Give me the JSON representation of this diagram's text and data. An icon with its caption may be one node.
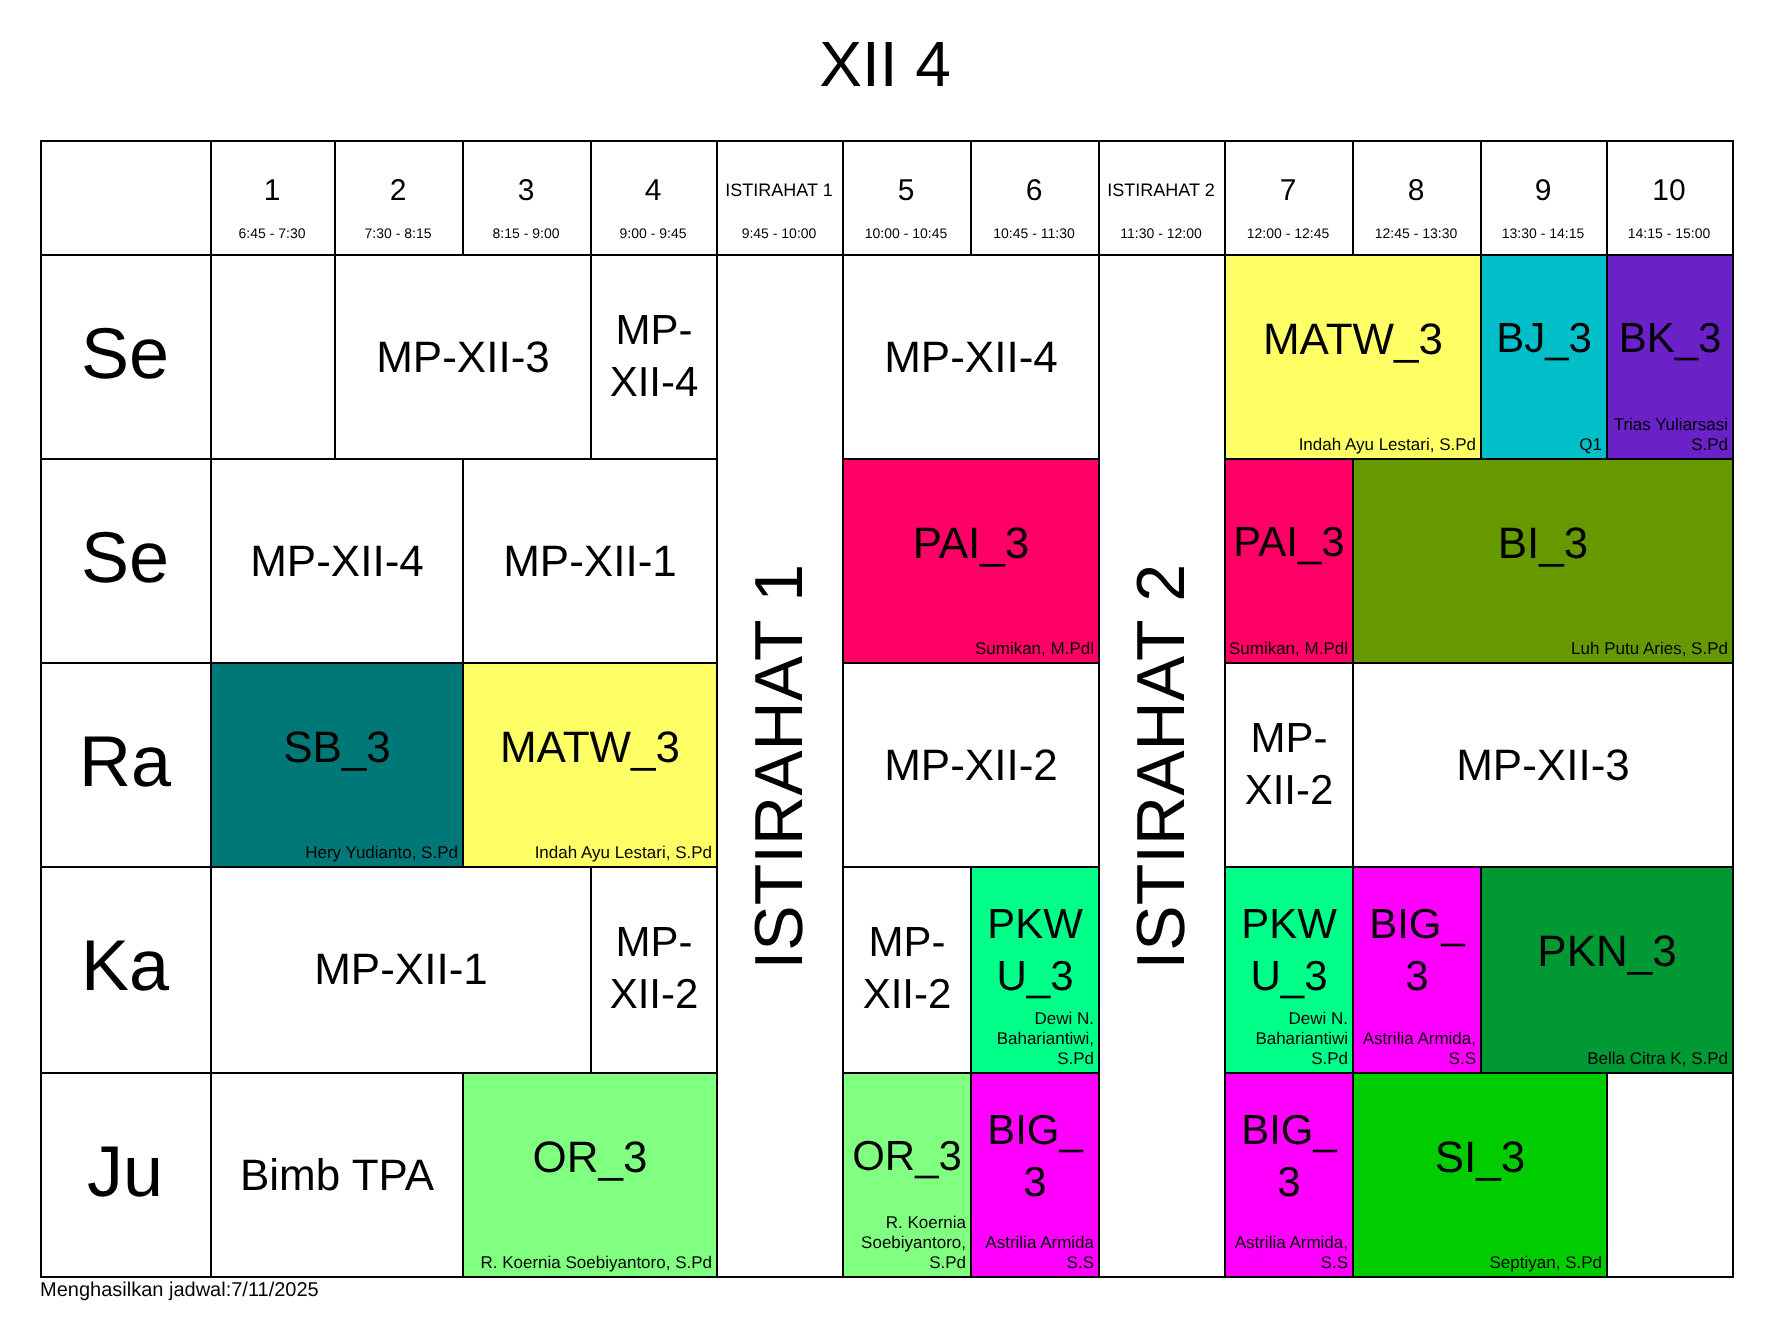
{
  "diagram": {
    "title": "XII 4",
    "nodes": [
      {
        "text": [
          "MP-XII-3"
        ]
      },
      {
        "text": [
          "MP-XII-4"
        ]
      },
      {
        "text": [
          "ISTIRAHAT 1"
        ]
      },
      {
        "text": [
          "MP-XII-4"
        ]
      },
      {
        "text": [
          "ISTIRAHAT 2"
        ]
      },
      {
        "text": [
          "MATW_3",
          "Indah Ayu Lestari, S.Pd"
        ]
      },
      {
        "text": [
          "BJ_3",
          "Q1"
        ]
      },
      {
        "text": [
          "BK_3",
          "Trias Yuliarsasi S.Pd"
        ]
      },
      {
        "text": [
          "MP-XII-4"
        ]
      },
      {
        "text": [
          "MP-XII-1"
        ]
      },
      {
        "text": [
          "PAI_3",
          "Sumikan, M.Pdl"
        ]
      },
      {
        "text": [
          "PAI_3",
          "Sumikan, M.Pdl"
        ]
      },
      {
        "text": [
          "BI_3",
          "Luh Putu Aries, S.Pd"
        ]
      },
      {
        "text": [
          "SB_3",
          "Hery Yudianto, S.Pd"
        ]
      },
      {
        "text": [
          "MATW_3",
          "Indah Ayu Lestari, S.Pd"
        ]
      },
      {
        "text": [
          "MP-XII-2"
        ]
      },
      {
        "text": [
          "MP-XII-2"
        ]
      },
      {
        "text": [
          "MP-XII-3"
        ]
      },
      {
        "text": [
          "MP-XII-1"
        ]
      },
      {
        "text": [
          "MP-XII-2"
        ]
      },
      {
        "text": [
          "MP-XII-2"
        ]
      },
      {
        "text": [
          "PKWU_3",
          "Dewi N. Bahariantiwi, S.Pd"
        ]
      },
      {
        "text": [
          "PKWU_3",
          "Dewi N. Bahariantiwi S.Pd"
        ]
      },
      {
        "text": [
          "BIG_3",
          "Astrilia Armida, S.S"
        ]
      },
      {
        "text": [
          "PKN_3",
          "Bella Citra K, S.Pd"
        ]
      },
      {
        "text": [
          "Bimb TPA"
        ]
      },
      {
        "text": [
          "OR_3",
          "R. Koernia Soebiyantoro, S.Pd"
        ]
      },
      {
        "text": [
          "OR_3",
          "R. Koernia Soebiyantoro, S.Pd"
        ]
      },
      {
        "text": [
          "BIG_3",
          "Astrilia Armida S.S"
        ]
      },
      {
        "text": [
          "BIG_3",
          "Astrilia Armida, S.S"
        ]
      },
      {
        "text": [
          "SI_3",
          "Septiyan, S.Pd"
        ]
      }
    ],
    "edges": [],
    "labels": [
      "1",
      "6:45 - 7:30",
      "2",
      "7:30 - 8:15",
      "3",
      "8:15 - 9:00",
      "4",
      "9:00 - 9:45",
      "ISTIRAHAT 1",
      "9:45 - 10:00",
      "5",
      "10:00 - 10:45",
      "6",
      "10:45 - 11:30",
      "ISTIRAHAT 2",
      "11:30 - 12:00",
      "7",
      "12:00 - 12:45",
      "8",
      "12:45 - 13:30",
      "9",
      "13:30 - 14:15",
      "10",
      "14:15 - 15:00",
      "Se",
      "Se",
      "Ra",
      "Ka",
      "Ju",
      "Menghasilkan jadwal:7/11/2025"
    ]
  }
}
